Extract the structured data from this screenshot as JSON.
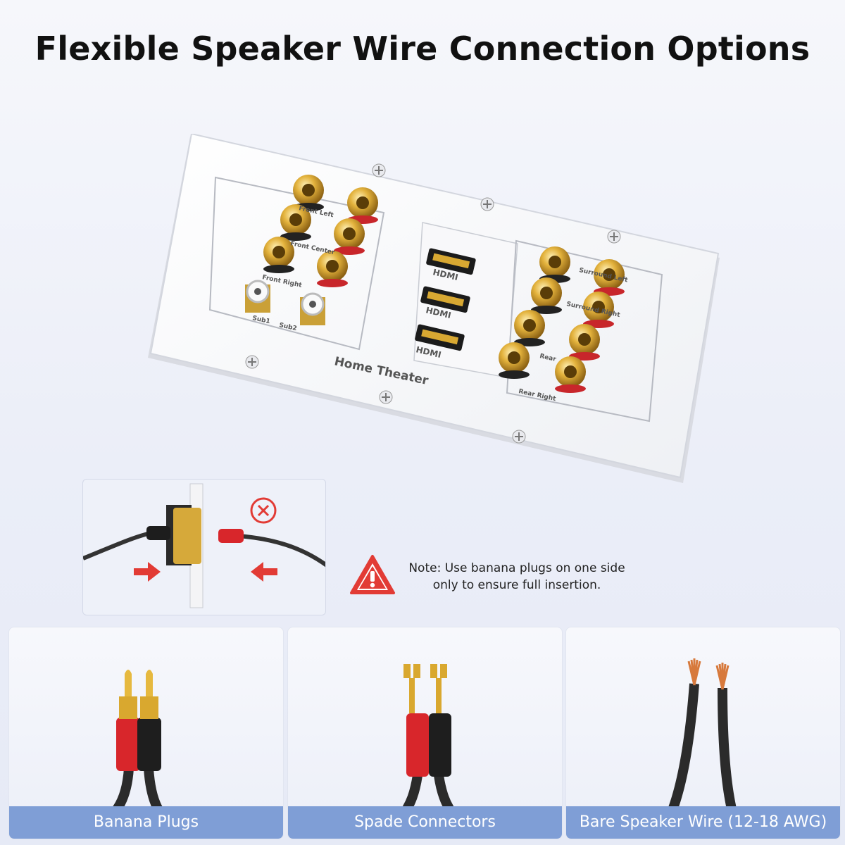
{
  "title": "Flexible Speaker Wire Connection Options",
  "plate": {
    "brand_label": "Home Theater",
    "hdmi_labels": [
      "HDMI",
      "HDMI",
      "HDMI"
    ],
    "left_labels": [
      "Front Left",
      "Front Center",
      "Front Right"
    ],
    "sub_labels": [
      "Sub1",
      "Sub2"
    ],
    "right_labels": [
      "Surround Left",
      "Surround Right",
      "Rear",
      "Rear Right"
    ]
  },
  "note": {
    "text": "Note: Use banana plugs on one side only to ensure full insertion.",
    "warning_icon": "warning-triangle-icon",
    "x_icon": "red-x-icon"
  },
  "options": [
    {
      "label": "Banana Plugs"
    },
    {
      "label": "Spade Connectors"
    },
    {
      "label": "Bare Speaker Wire (12-18 AWG)"
    }
  ],
  "colors": {
    "caption_bg": "#7f9ed6",
    "gold": "#d9a82f",
    "red": "#d8262b",
    "warning": "#e23b35"
  }
}
